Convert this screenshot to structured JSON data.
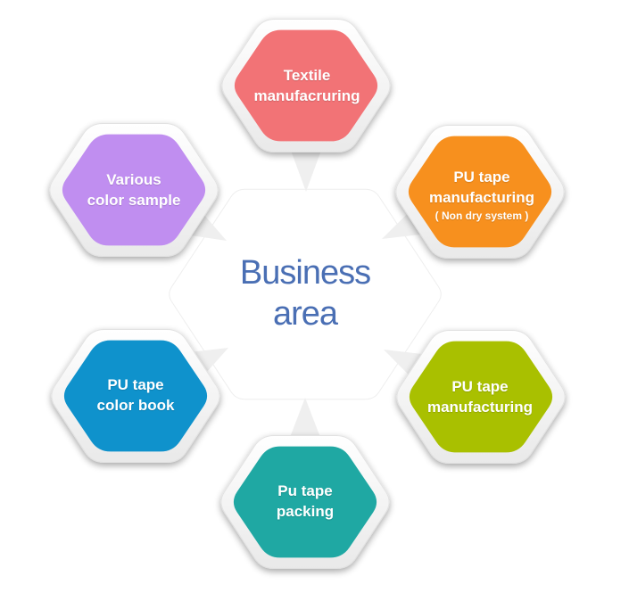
{
  "center": {
    "line1": "Business",
    "line2": "area"
  },
  "areas": [
    {
      "lines": [
        "Textile",
        "manufacruring"
      ],
      "color": "#f27376"
    },
    {
      "lines": [
        "PU tape",
        "manufacturing"
      ],
      "sub": "( Non dry system )",
      "color": "#f7901e"
    },
    {
      "lines": [
        "PU tape",
        "manufacturing"
      ],
      "color": "#a9c000"
    },
    {
      "lines": [
        "Pu tape",
        "packing"
      ],
      "color": "#1fa8a3"
    },
    {
      "lines": [
        "PU tape",
        "color book"
      ],
      "color": "#0f92cc"
    },
    {
      "lines": [
        "Various",
        "color sample"
      ],
      "color": "#c08ef0"
    }
  ],
  "colors": {
    "title": "#4a6fb4",
    "frame": "#f2f2f2",
    "center_fill": "#ffffff"
  }
}
